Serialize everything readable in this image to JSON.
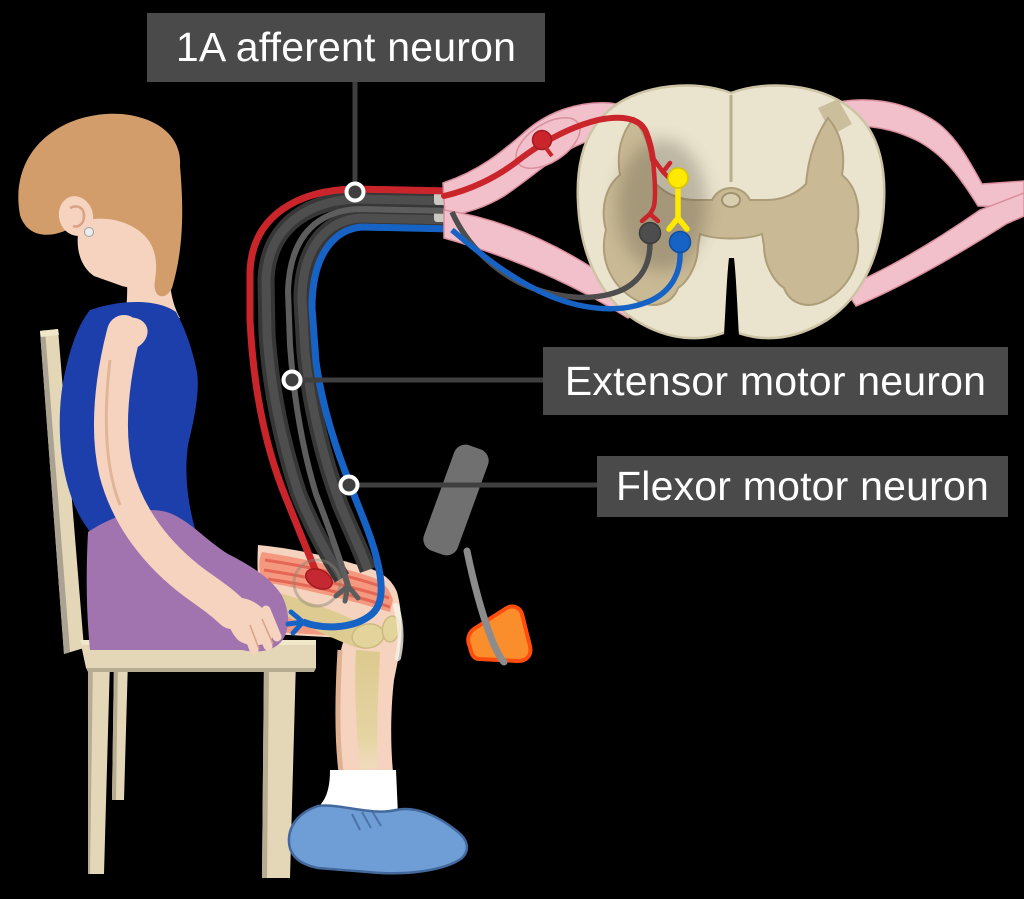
{
  "labels": {
    "afferent": {
      "text": "1A afferent neuron"
    },
    "extensor": {
      "text": "Extensor motor neuron"
    },
    "flexor": {
      "text": "Flexor motor neuron"
    }
  },
  "colors": {
    "background": "#000000",
    "label_box": "#4a4a4a",
    "label_text": "#ffffff",
    "pointer": "#3f3f3f",
    "afferent_red": "#c9252b",
    "extensor_gray": "#5d5d5d",
    "flexor_blue": "#1663c5",
    "interneuron_yellow": "#ffe900",
    "motor_soma_gray": "#4d4d4d",
    "sheath": "#373737",
    "sheath_core": "#4e4e4e",
    "root_pink": "#f2c0ca",
    "root_pink_edge": "#d98f9d",
    "white_matter": "#eae3cd",
    "white_matter_edge": "#cdc3a5",
    "gray_matter": "#c9b995",
    "gray_matter_edge": "#ad9d79",
    "canal": "#d9ceb0",
    "skin": "#f5d3bf",
    "skin_shade": "#e2b598",
    "hair": "#d29d6b",
    "shirt": "#1d3fab",
    "skirt": "#a173af",
    "chair": "#e3d7b7",
    "chair_edge": "#aaa391",
    "sock": "#ffffff",
    "shoe": "#6f9ed6",
    "shoe_edge": "#44699c",
    "hammer_handle": "#707070",
    "hammer_shaft": "#8c8c8c",
    "hammer_head": "#fb8e2c",
    "hammer_head_edge": "#fe4d0c",
    "muscle": "#f4987f",
    "muscle_streak": "#e25a4b",
    "bone": "#decb91"
  }
}
